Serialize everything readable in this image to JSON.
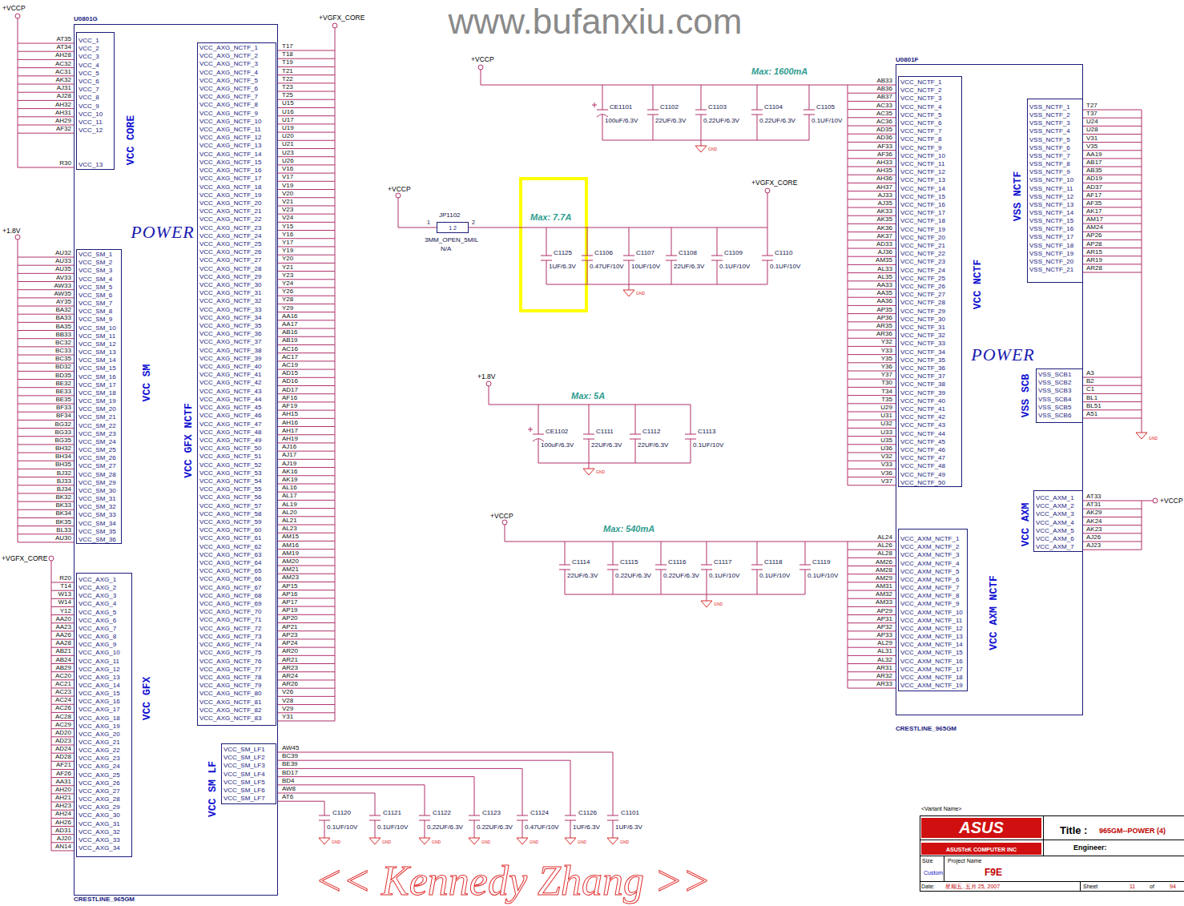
{
  "diagram": {
    "title": "965GM--POWER (4)",
    "nodes": [
      {
        "text": [
          "U0801G",
          "POWER",
          "CRESTLINE_965GM"
        ]
      },
      {
        "text": [
          "VCC CORE",
          "VCC_1",
          "VCC_2",
          "VCC_3",
          "VCC_4",
          "VCC_5",
          "VCC_6",
          "VCC_7",
          "VCC_8",
          "VCC_9",
          "VCC_10",
          "VCC_11",
          "VCC_12",
          "VCC_13"
        ],
        "in": 0
      },
      {
        "text": [
          "VCC SM",
          "VCC_SM_1",
          "VCC_SM_2",
          "VCC_SM_3",
          "VCC_SM_4",
          "VCC_SM_5",
          "VCC_SM_6",
          "VCC_SM_7",
          "VCC_SM_8",
          "VCC_SM_9",
          "VCC_SM_10",
          "VCC_SM_11",
          "VCC_SM_12",
          "VCC_SM_13",
          "VCC_SM_14",
          "VCC_SM_15",
          "VCC_SM_16",
          "VCC_SM_17",
          "VCC_SM_18",
          "VCC_SM_19",
          "VCC_SM_20",
          "VCC_SM_21",
          "VCC_SM_22",
          "VCC_SM_23",
          "VCC_SM_24",
          "VCC_SM_25",
          "VCC_SM_26",
          "VCC_SM_27",
          "VCC_SM_28",
          "VCC_SM_29",
          "VCC_SM_30",
          "VCC_SM_31",
          "VCC_SM_32",
          "VCC_SM_33",
          "VCC_SM_34",
          "VCC_SM_35",
          "VCC_SM_36"
        ],
        "in": 0
      },
      {
        "text": [
          "VCC GFX",
          "VCC_AXG_1",
          "VCC_AXG_2",
          "VCC_AXG_3",
          "VCC_AXG_4",
          "VCC_AXG_5",
          "VCC_AXG_6",
          "VCC_AXG_7",
          "VCC_AXG_8",
          "VCC_AXG_9",
          "VCC_AXG_10",
          "VCC_AXG_11",
          "VCC_AXG_12",
          "VCC_AXG_13",
          "VCC_AXG_14",
          "VCC_AXG_15",
          "VCC_AXG_16",
          "VCC_AXG_17",
          "VCC_AXG_18",
          "VCC_AXG_19",
          "VCC_AXG_20",
          "VCC_AXG_21",
          "VCC_AXG_22",
          "VCC_AXG_23",
          "VCC_AXG_24",
          "VCC_AXG_25",
          "VCC_AXG_26",
          "VCC_AXG_27",
          "VCC_AXG_28",
          "VCC_AXG_29",
          "VCC_AXG_30",
          "VCC_AXG_31",
          "VCC_AXG_32",
          "VCC_AXG_33",
          "VCC_AXG_34"
        ],
        "in": 0
      },
      {
        "text": [
          "VCC GFX NCTF",
          "VCC_AXG_NCTF_1",
          "VCC_AXG_NCTF_2",
          "VCC_AXG_NCTF_3",
          "VCC_AXG_NCTF_4",
          "VCC_AXG_NCTF_5",
          "VCC_AXG_NCTF_6",
          "VCC_AXG_NCTF_7",
          "VCC_AXG_NCTF_8",
          "VCC_AXG_NCTF_9",
          "VCC_AXG_NCTF_10",
          "VCC_AXG_NCTF_11",
          "VCC_AXG_NCTF_12",
          "VCC_AXG_NCTF_13",
          "VCC_AXG_NCTF_14",
          "VCC_AXG_NCTF_15",
          "VCC_AXG_NCTF_16",
          "VCC_AXG_NCTF_17",
          "VCC_AXG_NCTF_18",
          "VCC_AXG_NCTF_19",
          "VCC_AXG_NCTF_20",
          "VCC_AXG_NCTF_21",
          "VCC_AXG_NCTF_22",
          "VCC_AXG_NCTF_23",
          "VCC_AXG_NCTF_24",
          "VCC_AXG_NCTF_25",
          "VCC_AXG_NCTF_26",
          "VCC_AXG_NCTF_27",
          "VCC_AXG_NCTF_28",
          "VCC_AXG_NCTF_29",
          "VCC_AXG_NCTF_30",
          "VCC_AXG_NCTF_31",
          "VCC_AXG_NCTF_32",
          "VCC_AXG_NCTF_33",
          "VCC_AXG_NCTF_34",
          "VCC_AXG_NCTF_35",
          "VCC_AXG_NCTF_36",
          "VCC_AXG_NCTF_37",
          "VCC_AXG_NCTF_38",
          "VCC_AXG_NCTF_39",
          "VCC_AXG_NCTF_40",
          "VCC_AXG_NCTF_41",
          "VCC_AXG_NCTF_42",
          "VCC_AXG_NCTF_43",
          "VCC_AXG_NCTF_44",
          "VCC_AXG_NCTF_45",
          "VCC_AXG_NCTF_46",
          "VCC_AXG_NCTF_47",
          "VCC_AXG_NCTF_48",
          "VCC_AXG_NCTF_49",
          "VCC_AXG_NCTF_50",
          "VCC_AXG_NCTF_51",
          "VCC_AXG_NCTF_52",
          "VCC_AXG_NCTF_53",
          "VCC_AXG_NCTF_54",
          "VCC_AXG_NCTF_55",
          "VCC_AXG_NCTF_56",
          "VCC_AXG_NCTF_57",
          "VCC_AXG_NCTF_58",
          "VCC_AXG_NCTF_59",
          "VCC_AXG_NCTF_60",
          "VCC_AXG_NCTF_61",
          "VCC_AXG_NCTF_62",
          "VCC_AXG_NCTF_63",
          "VCC_AXG_NCTF_64",
          "VCC_AXG_NCTF_65",
          "VCC_AXG_NCTF_66",
          "VCC_AXG_NCTF_67",
          "VCC_AXG_NCTF_68",
          "VCC_AXG_NCTF_69",
          "VCC_AXG_NCTF_70",
          "VCC_AXG_NCTF_71",
          "VCC_AXG_NCTF_72",
          "VCC_AXG_NCTF_73",
          "VCC_AXG_NCTF_74",
          "VCC_AXG_NCTF_75",
          "VCC_AXG_NCTF_76",
          "VCC_AXG_NCTF_77",
          "VCC_AXG_NCTF_78",
          "VCC_AXG_NCTF_79",
          "VCC_AXG_NCTF_80",
          "VCC_AXG_NCTF_81",
          "VCC_AXG_NCTF_82",
          "VCC_AXG_NCTF_83"
        ],
        "in": 0
      },
      {
        "text": [
          "VCC SM LF",
          "VCC_SM_LF1",
          "VCC_SM_LF2",
          "VCC_SM_LF3",
          "VCC_SM_LF4",
          "VCC_SM_LF5",
          "VCC_SM_LF6",
          "VCC_SM_LF7"
        ],
        "in": 0
      },
      {
        "text": [
          "JP1102",
          "1 2"
        ]
      },
      {
        "text": [
          "U0801F",
          "POWER",
          "CRESTLINE_965GM"
        ]
      },
      {
        "text": [
          "VCC NCTF",
          "VCC_NCTF_1",
          "VCC_NCTF_2",
          "VCC_NCTF_3",
          "VCC_NCTF_4",
          "VCC_NCTF_5",
          "VCC_NCTF_6",
          "VCC_NCTF_7",
          "VCC_NCTF_8",
          "VCC_NCTF_9",
          "VCC_NCTF_10",
          "VCC_NCTF_11",
          "VCC_NCTF_12",
          "VCC_NCTF_13",
          "VCC_NCTF_14",
          "VCC_NCTF_15",
          "VCC_NCTF_16",
          "VCC_NCTF_17",
          "VCC_NCTF_18",
          "VCC_NCTF_19",
          "VCC_NCTF_20",
          "VCC_NCTF_21",
          "VCC_NCTF_22",
          "VCC_NCTF_23",
          "VCC_NCTF_24",
          "VCC_NCTF_25",
          "VCC_NCTF_26",
          "VCC_NCTF_27",
          "VCC_NCTF_28",
          "VCC_NCTF_29",
          "VCC_NCTF_30",
          "VCC_NCTF_31",
          "VCC_NCTF_32",
          "VCC_NCTF_33",
          "VCC_NCTF_34",
          "VCC_NCTF_35",
          "VCC_NCTF_36",
          "VCC_NCTF_37",
          "VCC_NCTF_38",
          "VCC_NCTF_39",
          "VCC_NCTF_40",
          "VCC_NCTF_41",
          "VCC_NCTF_42",
          "VCC_NCTF_43",
          "VCC_NCTF_44",
          "VCC_NCTF_45",
          "VCC_NCTF_46",
          "VCC_NCTF_47",
          "VCC_NCTF_48",
          "VCC_NCTF_49",
          "VCC_NCTF_50"
        ],
        "in": 7
      },
      {
        "text": [
          "VSS NCTF",
          "VSS_NCTF_1",
          "VSS_NCTF_2",
          "VSS_NCTF_3",
          "VSS_NCTF_4",
          "VSS_NCTF_5",
          "VSS_NCTF_6",
          "VSS_NCTF_7",
          "VSS_NCTF_8",
          "VSS_NCTF_9",
          "VSS_NCTF_10",
          "VSS_NCTF_11",
          "VSS_NCTF_12",
          "VSS_NCTF_13",
          "VSS_NCTF_14",
          "VSS_NCTF_15",
          "VSS_NCTF_16",
          "VSS_NCTF_17",
          "VSS_NCTF_18",
          "VSS_NCTF_19",
          "VSS_NCTF_20",
          "VSS_NCTF_21"
        ],
        "in": 7
      },
      {
        "text": [
          "VSS SCB",
          "VSS_SCB1",
          "VSS_SCB2",
          "VSS_SCB3",
          "VSS_SCB4",
          "VSS_SCB5",
          "VSS_SCB6"
        ],
        "in": 7
      },
      {
        "text": [
          "VCC AXM",
          "VCC_AXM_1",
          "VCC_AXM_2",
          "VCC_AXM_3",
          "VCC_AXM_4",
          "VCC_AXM_5",
          "VCC_AXM_6",
          "VCC_AXM_7"
        ],
        "in": 7
      },
      {
        "text": [
          "VCC AXM NCTF",
          "VCC_AXM_NCTF_1",
          "VCC_AXM_NCTF_2",
          "VCC_AXM_NCTF_3",
          "VCC_AXM_NCTF_4",
          "VCC_AXM_NCTF_5",
          "VCC_AXM_NCTF_6",
          "VCC_AXM_NCTF_7",
          "VCC_AXM_NCTF_8",
          "VCC_AXM_NCTF_9",
          "VCC_AXM_NCTF_10",
          "VCC_AXM_NCTF_11",
          "VCC_AXM_NCTF_12",
          "VCC_AXM_NCTF_13",
          "VCC_AXM_NCTF_14",
          "VCC_AXM_NCTF_15",
          "VCC_AXM_NCTF_16",
          "VCC_AXM_NCTF_17",
          "VCC_AXM_NCTF_18",
          "VCC_AXM_NCTF_19"
        ],
        "in": 7
      }
    ],
    "labels": [
      "www.bufanxiu.com",
      "+VCCP",
      "AT35",
      "AT34",
      "AH28",
      "AC32",
      "AC31",
      "AK32",
      "AJ31",
      "AJ28",
      "AH32",
      "AH31",
      "AH29",
      "AF32",
      "R30",
      "+1.8V",
      "AU32",
      "AU33",
      "AU35",
      "AV33",
      "AW33",
      "AW35",
      "AY35",
      "BA32",
      "BA33",
      "BA35",
      "BB33",
      "BC32",
      "BC33",
      "BC35",
      "BD32",
      "BD35",
      "BE32",
      "BE33",
      "BE35",
      "BF33",
      "BF34",
      "BG32",
      "BG33",
      "BG35",
      "BH32",
      "BH34",
      "BH35",
      "BJ32",
      "BJ33",
      "BJ34",
      "BK32",
      "BK33",
      "BK34",
      "BK35",
      "BL33",
      "AU30",
      "+VGFX_CORE",
      "R20",
      "T14",
      "W13",
      "W14",
      "Y12",
      "AA20",
      "AA23",
      "AA26",
      "AA28",
      "AB21",
      "AB24",
      "AB29",
      "AC20",
      "AC21",
      "AC23",
      "AC24",
      "AC26",
      "AC28",
      "AC29",
      "AD20",
      "AD23",
      "AD24",
      "AD28",
      "AF21",
      "AF26",
      "AA31",
      "AH20",
      "AH21",
      "AH23",
      "AH24",
      "AH26",
      "AD31",
      "AJ20",
      "AN14",
      "+VGFX_CORE",
      "T17",
      "T18",
      "T19",
      "T21",
      "T22",
      "T23",
      "T25",
      "U15",
      "U16",
      "U17",
      "U19",
      "U20",
      "U21",
      "U23",
      "U26",
      "V16",
      "V17",
      "V19",
      "V20",
      "V21",
      "V23",
      "V24",
      "Y15",
      "Y16",
      "Y17",
      "Y19",
      "Y20",
      "Y21",
      "Y23",
      "Y24",
      "Y26",
      "Y28",
      "Y29",
      "AA16",
      "AA17",
      "AB16",
      "AB19",
      "AC16",
      "AC17",
      "AC19",
      "AD15",
      "AD16",
      "AD17",
      "AF16",
      "AF19",
      "AH15",
      "AH16",
      "AH17",
      "AH19",
      "AJ16",
      "AJ17",
      "AJ19",
      "AK16",
      "AK19",
      "AL16",
      "AL17",
      "AL19",
      "AL20",
      "AL21",
      "AL23",
      "AM15",
      "AM16",
      "AM19",
      "AM20",
      "AM21",
      "AM23",
      "AP15",
      "AP16",
      "AP17",
      "AP19",
      "AP20",
      "AP21",
      "AP23",
      "AP24",
      "AR20",
      "AR21",
      "AR23",
      "AR24",
      "AR26",
      "V26",
      "V28",
      "V29",
      "Y31",
      "AW45",
      "BC39",
      "BE39",
      "BD17",
      "BD4",
      "AW8",
      "AT6",
      "C1120",
      "0.1UF/10V",
      "C1121",
      "0.1UF/10V",
      "C1122",
      "0.22UF/6.3V",
      "C1123",
      "0.22UF/6.3V",
      "C1124",
      "0.47UF/10V",
      "C1126",
      "1UF/6.3V",
      "C1101",
      "1UF/6.3V",
      "GND",
      "GND",
      "GND",
      "GND",
      "GND",
      "GND",
      "GND",
      "+VCCP",
      "Max: 1600mA",
      "CE1101",
      "100uF/6.3V",
      "C1102",
      "22UF/6.3V",
      "C1103",
      "0.22UF/6.3V",
      "C1104",
      "0.22UF/6.3V",
      "C1105",
      "0.1UF/10V",
      "GND",
      "+VCCP",
      "1",
      "2",
      "3MM_OPEN_5MIL",
      "N/A",
      "+VGFX_CORE",
      "Max: 7.7A",
      "C1125",
      "1UF/6.3V",
      "C1106",
      "0.47UF/10V",
      "C1107",
      "10UF/10V",
      "C1108",
      "22UF/6.3V",
      "C1109",
      "0.1UF/10V",
      "C1110",
      "0.1UF/10V",
      "GND",
      "+1.8V",
      "Max: 5A",
      "CE1102",
      "100uF/6.3V",
      "C1111",
      "22UF/6.3V",
      "C1112",
      "22UF/6.3V",
      "C1113",
      "0.1UF/10V",
      "GND",
      "+VCCP",
      "Max: 540mA",
      "C1114",
      "22UF/6.3V",
      "C1115",
      "0.22UF/6.3V",
      "C1116",
      "0.22UF/6.3V",
      "C1117",
      "0.1UF/10V",
      "C1118",
      "0.1UF/10V",
      "C1119",
      "0.1UF/10V",
      "GND",
      "AB33",
      "AB36",
      "AB37",
      "AC33",
      "AC35",
      "AC36",
      "AD35",
      "AD36",
      "AF33",
      "AF36",
      "AH33",
      "AH35",
      "AH36",
      "AH37",
      "AJ33",
      "AJ35",
      "AK33",
      "AK35",
      "AK36",
      "AK37",
      "AD33",
      "AJ36",
      "AM35",
      "AL33",
      "AL35",
      "AA33",
      "AA35",
      "AA36",
      "AP35",
      "AP36",
      "AR35",
      "AR36",
      "Y32",
      "Y33",
      "Y35",
      "Y36",
      "Y37",
      "T30",
      "T34",
      "T35",
      "U29",
      "U31",
      "U32",
      "U33",
      "U35",
      "U36",
      "V32",
      "V33",
      "V36",
      "V37",
      "T27",
      "T37",
      "U24",
      "U28",
      "V31",
      "V35",
      "AA19",
      "AB17",
      "AB35",
      "AD19",
      "AD37",
      "AF17",
      "AF35",
      "AK17",
      "AM17",
      "AM24",
      "AP26",
      "AP28",
      "AR15",
      "AR19",
      "AR28",
      "GND",
      "A3",
      "B2",
      "C1",
      "BL1",
      "BL51",
      "A51",
      "AT33",
      "AT31",
      "AK29",
      "AK24",
      "AK23",
      "AJ26",
      "AJ23",
      "+VCCP",
      "AL24",
      "AL26",
      "AL28",
      "AM26",
      "AM28",
      "AM29",
      "AM31",
      "AM32",
      "AM33",
      "AP29",
      "AP31",
      "AP32",
      "AP33",
      "AL29",
      "AL31",
      "AL32",
      "AR31",
      "AR32",
      "AR33",
      "<Variant Name>",
      "ASUS",
      "ASUSTeK COMPUTER INC",
      "Title :",
      "Engineer:",
      "Size",
      "Project Name",
      "Custom",
      "F9E",
      "Date:",
      "星期五, 五月 25, 2007",
      "Sheet",
      "11",
      "of",
      "94",
      "<< Kennedy Zhang >>"
    ]
  }
}
